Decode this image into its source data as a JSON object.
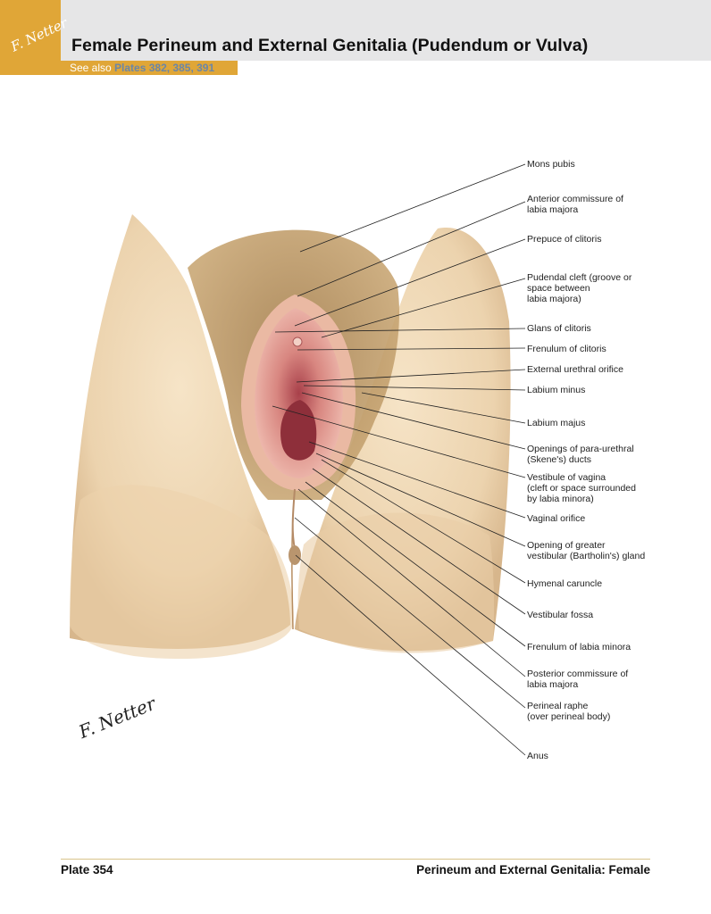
{
  "header": {
    "title": "Female Perineum and External Genitalia (Pudendum or Vulva)",
    "see_also_prefix": "See also",
    "see_also_plates": "Plates 382, 385, 391",
    "logo_text": "F. Netter"
  },
  "labels": [
    "Mons pubis",
    "Anterior commissure of\nlabia majora",
    "Prepuce of clitoris",
    "Pudendal cleft (groove or\nspace between\nlabia majora)",
    "Glans of clitoris",
    "Frenulum of clitoris",
    "External urethral orifice",
    "Labium minus",
    "Labium majus",
    "Openings of para-urethral\n(Skene's) ducts",
    "Vestibule of vagina\n(cleft or space surrounded\nby labia minora)",
    "Vaginal orifice",
    "Opening of greater\nvestibular (Bartholin's) gland",
    "Hymenal caruncle",
    "Vestibular fossa",
    "Frenulum of labia minora",
    "Posterior commissure of\nlabia majora",
    "Perineal raphe\n(over perineal body)",
    "Anus"
  ],
  "artist_signature": "F. Netter",
  "footer": {
    "plate_number": "Plate 354",
    "section": "Perineum and External Genitalia: Female"
  },
  "colors": {
    "accent_gold": "#e0a637",
    "header_gray": "#e6e6e7",
    "link_blue": "#6b86a6",
    "skin": "#eed8b8",
    "mucosa": "#d98a86"
  }
}
